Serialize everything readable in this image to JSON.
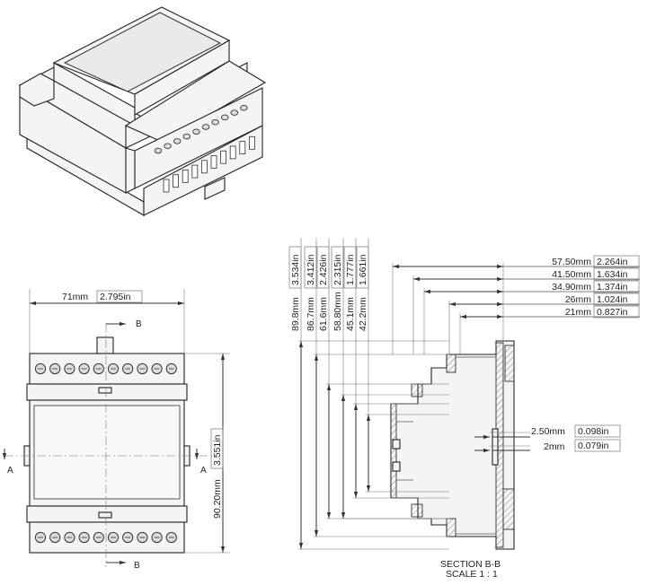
{
  "front_view": {
    "width_mm": "71mm",
    "width_in": "2.795in",
    "height_mm": "90.20mm",
    "height_in": "3.551in",
    "section_label_top": "B",
    "section_label_bottom": "B",
    "section_label_left": "A",
    "section_label_right": "A",
    "terminal_count": 10
  },
  "section_view": {
    "caption_line1": "SECTION B-B",
    "caption_line2": "SCALE 1 : 1",
    "horizontal_dims": [
      {
        "mm": "57.50mm",
        "in": "2.264in"
      },
      {
        "mm": "41.50mm",
        "in": "1.634in"
      },
      {
        "mm": "34.90mm",
        "in": "1.374in"
      },
      {
        "mm": "26mm",
        "in": "1.024in"
      },
      {
        "mm": "21mm",
        "in": "0.827in"
      }
    ],
    "small_dims": [
      {
        "mm": "2.50mm",
        "in": "0.098in"
      },
      {
        "mm": "2mm",
        "in": "0.079in"
      }
    ],
    "vertical_dims": [
      {
        "mm": "89.8mm",
        "in": "3.534in"
      },
      {
        "mm": "86.7mm",
        "in": "3.412in"
      },
      {
        "mm": "61.6mm",
        "in": "2.426in"
      },
      {
        "mm": "58.80mm",
        "in": "2.315in"
      },
      {
        "mm": "45.1mm",
        "in": "1.777in"
      },
      {
        "mm": "42.2mm",
        "in": "1.661in"
      }
    ]
  }
}
